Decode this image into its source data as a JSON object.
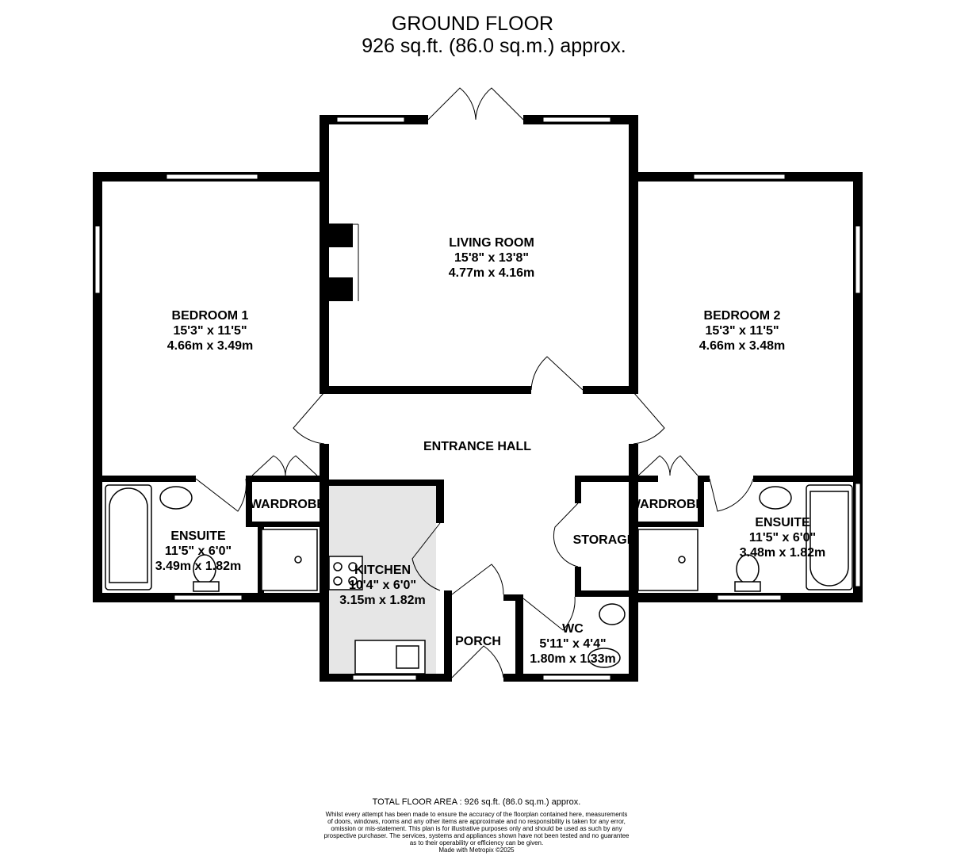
{
  "header": {
    "title": "GROUND FLOOR",
    "area": "926 sq.ft. (86.0 sq.m.) approx."
  },
  "rooms": {
    "living": {
      "name": "LIVING ROOM",
      "imperial": "15'8\"  x 13'8\"",
      "metric": "4.77m  x 4.16m"
    },
    "bedroom1": {
      "name": "BEDROOM 1",
      "imperial": "15'3\"  x 11'5\"",
      "metric": "4.66m  x 3.49m"
    },
    "bedroom2": {
      "name": "BEDROOM 2",
      "imperial": "15'3\"  x 11'5\"",
      "metric": "4.66m  x 3.48m"
    },
    "hall": {
      "name": "ENTRANCE HALL"
    },
    "ensuite1": {
      "name": "ENSUITE",
      "imperial": "11'5\"  x 6'0\"",
      "metric": "3.49m  x 1.82m"
    },
    "ensuite2": {
      "name": "ENSUITE",
      "imperial": "11'5\"  x 6'0\"",
      "metric": "3.48m  x 1.82m"
    },
    "wardrobe1": {
      "name": "WARDROBE"
    },
    "wardrobe2": {
      "name": "WARDROBE"
    },
    "storage": {
      "name": "STORAGE"
    },
    "kitchen": {
      "name": "KITCHEN",
      "imperial": "10'4\"  x 6'0\"",
      "metric": "3.15m  x 1.82m"
    },
    "porch": {
      "name": "PORCH"
    },
    "wc": {
      "name": "WC",
      "imperial": "5'11\"  x 4'4\"",
      "metric": "1.80m  x 1.33m"
    }
  },
  "footer": {
    "total": "TOTAL FLOOR AREA : 926 sq.ft. (86.0 sq.m.) approx.",
    "disclaimer": [
      "Whilst every attempt has been made to ensure the accuracy of the floorplan contained here, measurements",
      "of doors, windows, rooms and any other items are approximate and no responsibility is taken for any error,",
      "omission or mis-statement. This plan is for illustrative purposes only and should be used as such by any",
      "prospective purchaser. The services, systems and appliances shown have not been tested and no guarantee",
      "as to their operability or efficiency can be given."
    ],
    "credit": "Made with Metropix ©2025"
  },
  "colors": {
    "wall": "#000000",
    "kitchen_floor": "#e6e6e6"
  }
}
